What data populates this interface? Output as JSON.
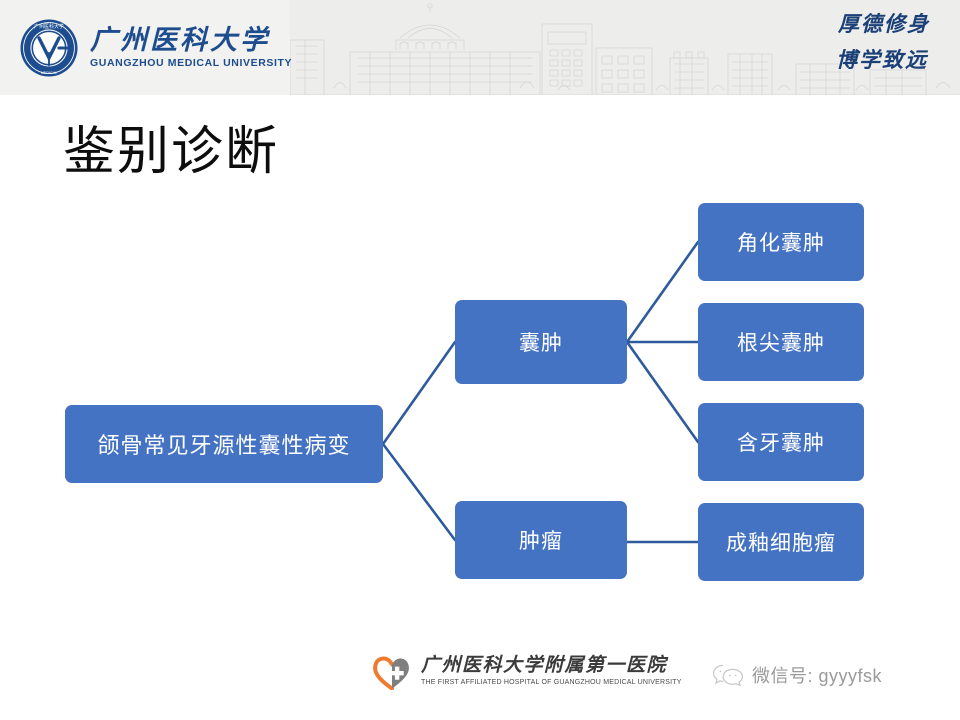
{
  "header": {
    "university_cn": "广州医科大学",
    "university_en": "GUANGZHOU MEDICAL UNIVERSITY",
    "emblem_icon": "university-seal-icon",
    "sketch_icon": "campus-skyline-sketch",
    "motto_line1": "厚德修身",
    "motto_line2": "博学致远",
    "background_color": "#ededec"
  },
  "slide": {
    "title": "鉴别诊断"
  },
  "diagram": {
    "node_color": "#4573c4",
    "line_color": "#2e5b9c",
    "root": {
      "label": "颌骨常见牙源性囊性病变"
    },
    "branches": [
      {
        "label": "囊肿",
        "children": [
          {
            "label": "角化囊肿"
          },
          {
            "label": "根尖囊肿"
          },
          {
            "label": "含牙囊肿"
          }
        ]
      },
      {
        "label": "肿瘤",
        "children": [
          {
            "label": "成釉细胞瘤"
          }
        ]
      }
    ]
  },
  "footer": {
    "hospital_mark_icon": "heart-hospital-logo-icon",
    "hospital_cn": "广州医科大学附属第一医院",
    "hospital_en": "THE FIRST AFFILIATED HOSPITAL OF GUANGZHOU MEDICAL UNIVERSITY",
    "wechat_icon": "wechat-bubbles-icon",
    "wechat_label": "微信号: gyyyfsk"
  }
}
